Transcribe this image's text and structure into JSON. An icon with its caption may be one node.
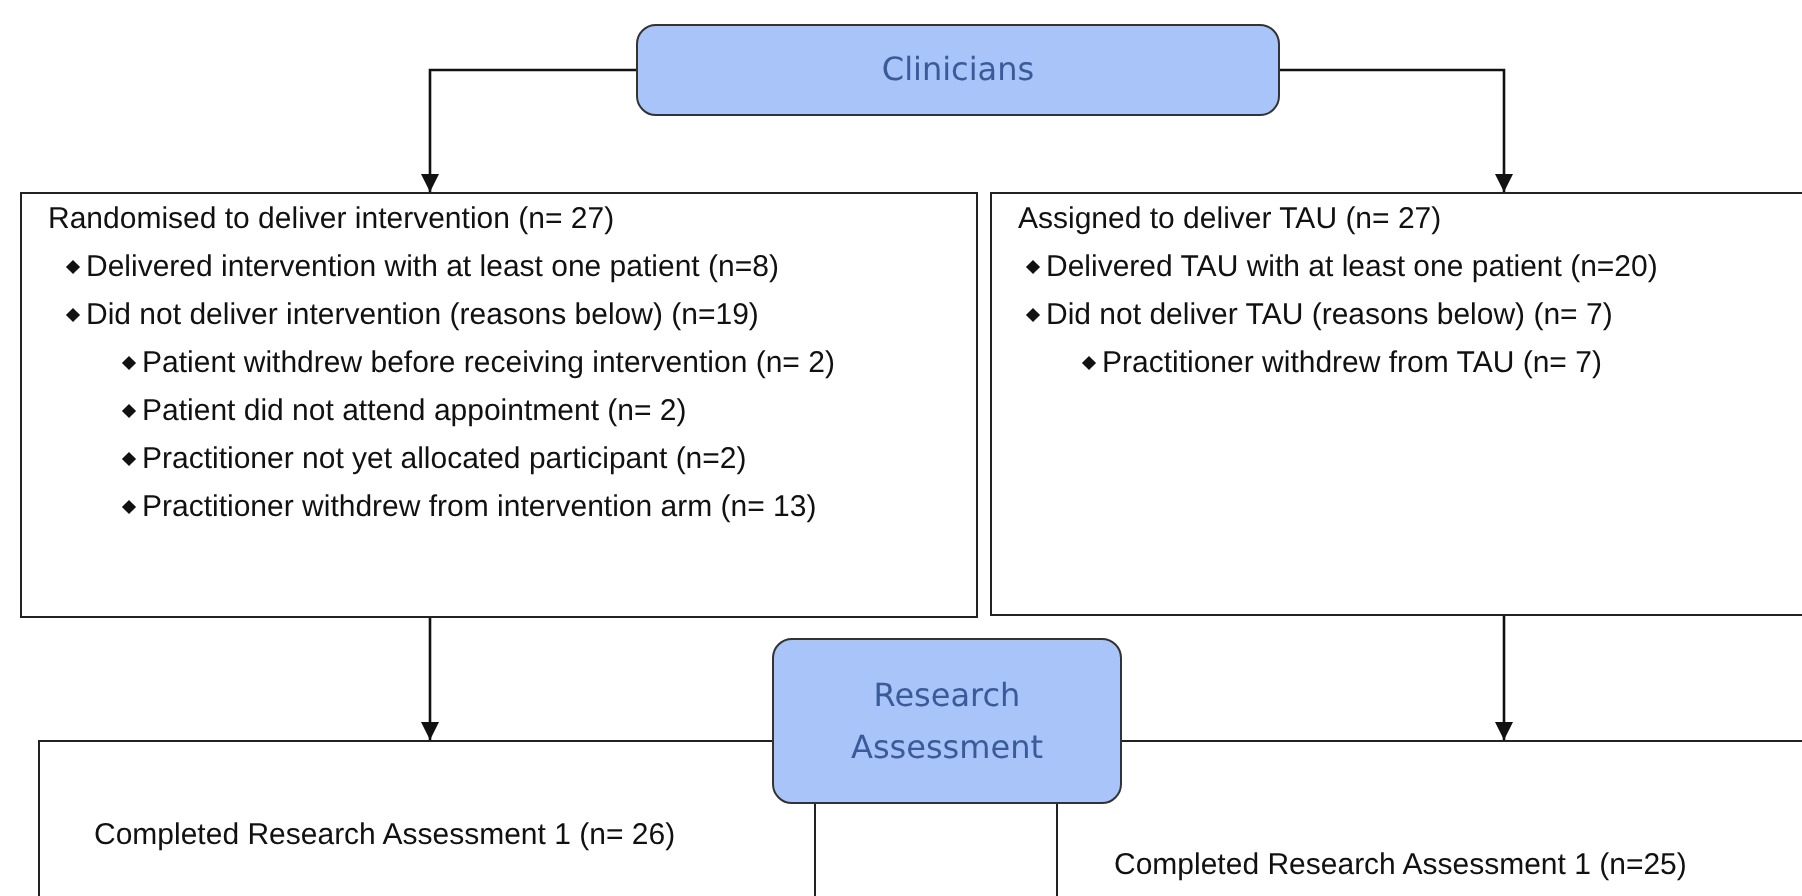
{
  "diagram": {
    "nodes": [
      {
        "text": [
          "Clinicians"
        ]
      },
      {
        "text": [
          "Randomised to deliver intervention (n= 27)",
          "Delivered intervention with at least one patient (n=8)",
          "Did not deliver intervention (reasons below) (n=19)",
          "Patient withdrew before receiving intervention (n= 2)",
          "Patient did not attend appointment (n= 2)",
          "Practitioner not yet allocated participant (n=2)",
          "Practitioner withdrew from intervention arm (n= 13)"
        ]
      },
      {
        "text": [
          "Assigned to deliver TAU (n= 27)",
          "Delivered TAU with at least one patient (n=20)",
          "Did not deliver TAU (reasons below) (n= 7)",
          "Practitioner withdrew from TAU (n= 7)"
        ]
      },
      {
        "text": [
          "Completed Research Assessment 1 (n= 26)"
        ]
      },
      {
        "text": [
          "Completed Research Assessment 1 (n=25)"
        ]
      },
      {
        "text": [
          "Research Assessment"
        ]
      }
    ],
    "edges": [
      {
        "from": 0,
        "to": 1,
        "arrow": "to"
      },
      {
        "from": 0,
        "to": 2,
        "arrow": "to"
      },
      {
        "from": 1,
        "to": 3,
        "arrow": "to"
      },
      {
        "from": 2,
        "to": 4,
        "arrow": "to"
      }
    ]
  }
}
